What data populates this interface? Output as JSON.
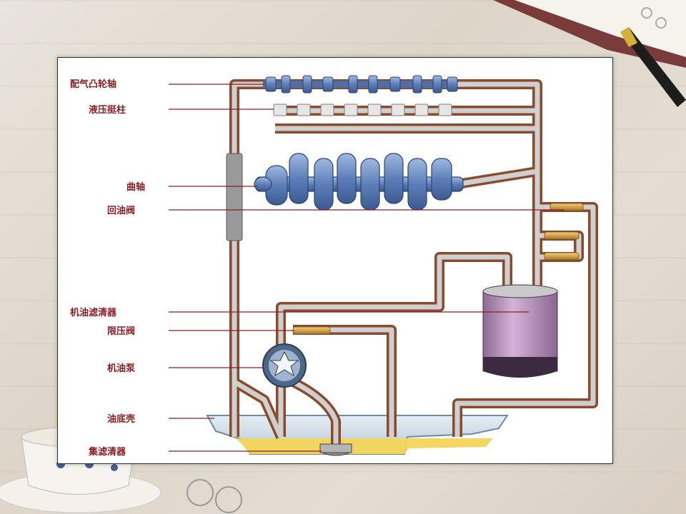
{
  "labels": {
    "camshaft": "配气凸轮轴",
    "hydraulic_lifter": "液压挺柱",
    "crankshaft": "曲轴",
    "return_valve": "回油阀",
    "oil_filter": "机油滤清器",
    "pressure_limit_valve": "限压阀",
    "oil_pump": "机油泵",
    "oil_pan": "油底壳",
    "strainer": "集滤清器"
  },
  "colors": {
    "pipe_outer": "#8b4a2b",
    "pipe_inner": "#c9c9c9",
    "label": "#8a1d24",
    "metal": "#6f8fc4",
    "filter": "#b690b8",
    "oil": "#f2d55a"
  }
}
